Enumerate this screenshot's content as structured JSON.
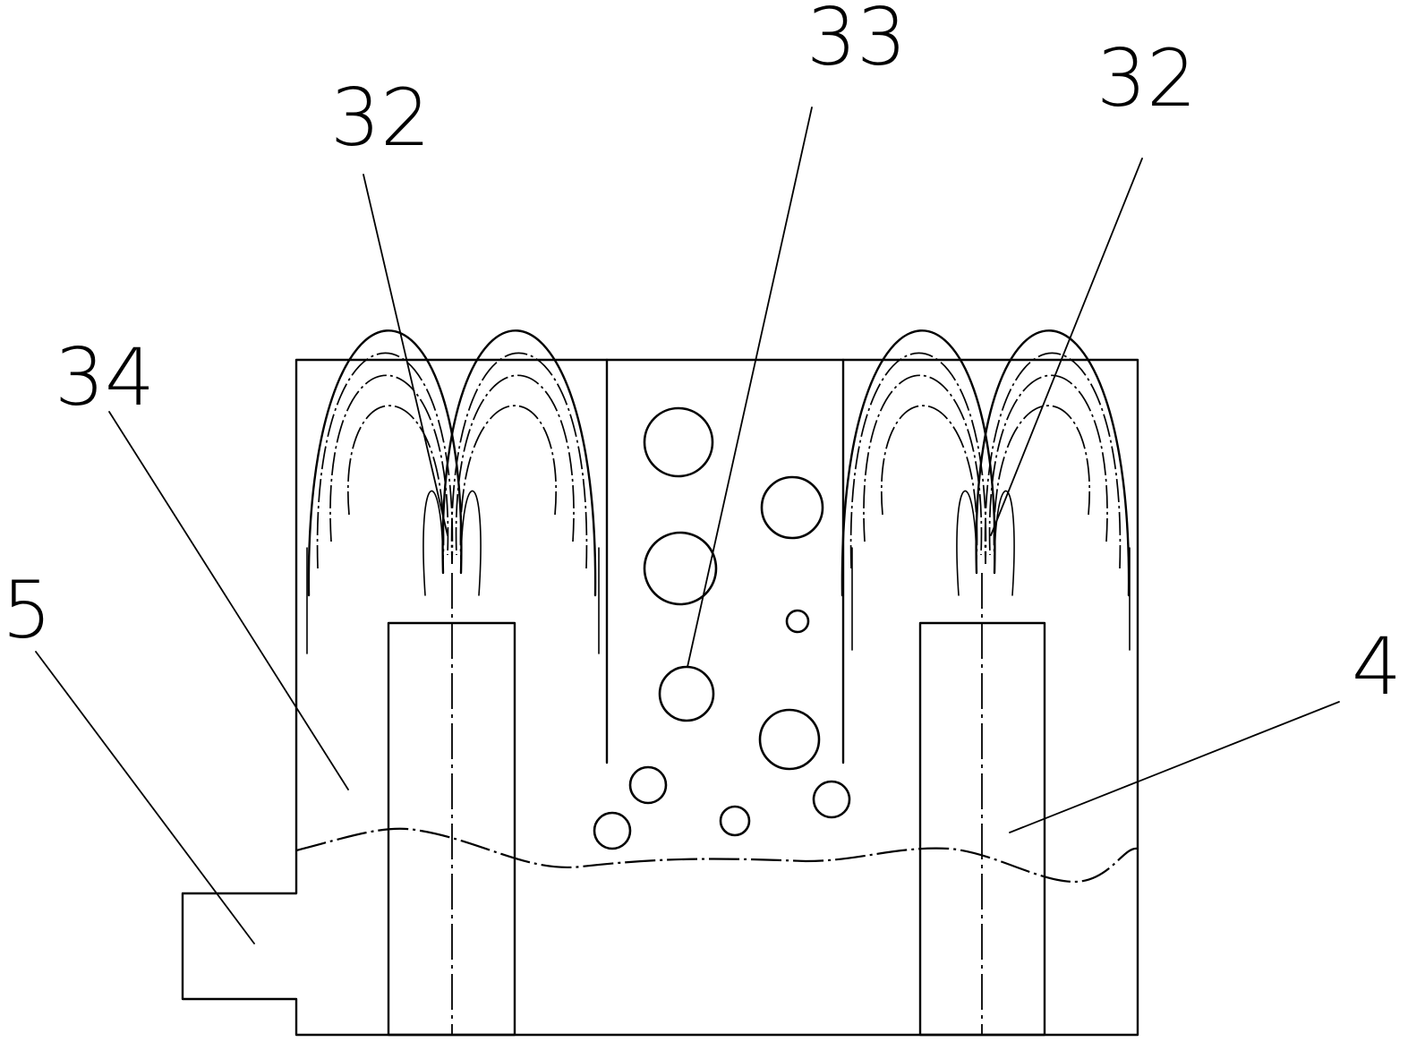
{
  "labels": {
    "inlet_pipe": "5",
    "left_chamber": "34",
    "left_nozzle": "32",
    "bubbles": "33",
    "right_nozzle": "32",
    "right_liquid": "4"
  },
  "colors": {
    "line": "#000000",
    "background": "#ffffff"
  }
}
